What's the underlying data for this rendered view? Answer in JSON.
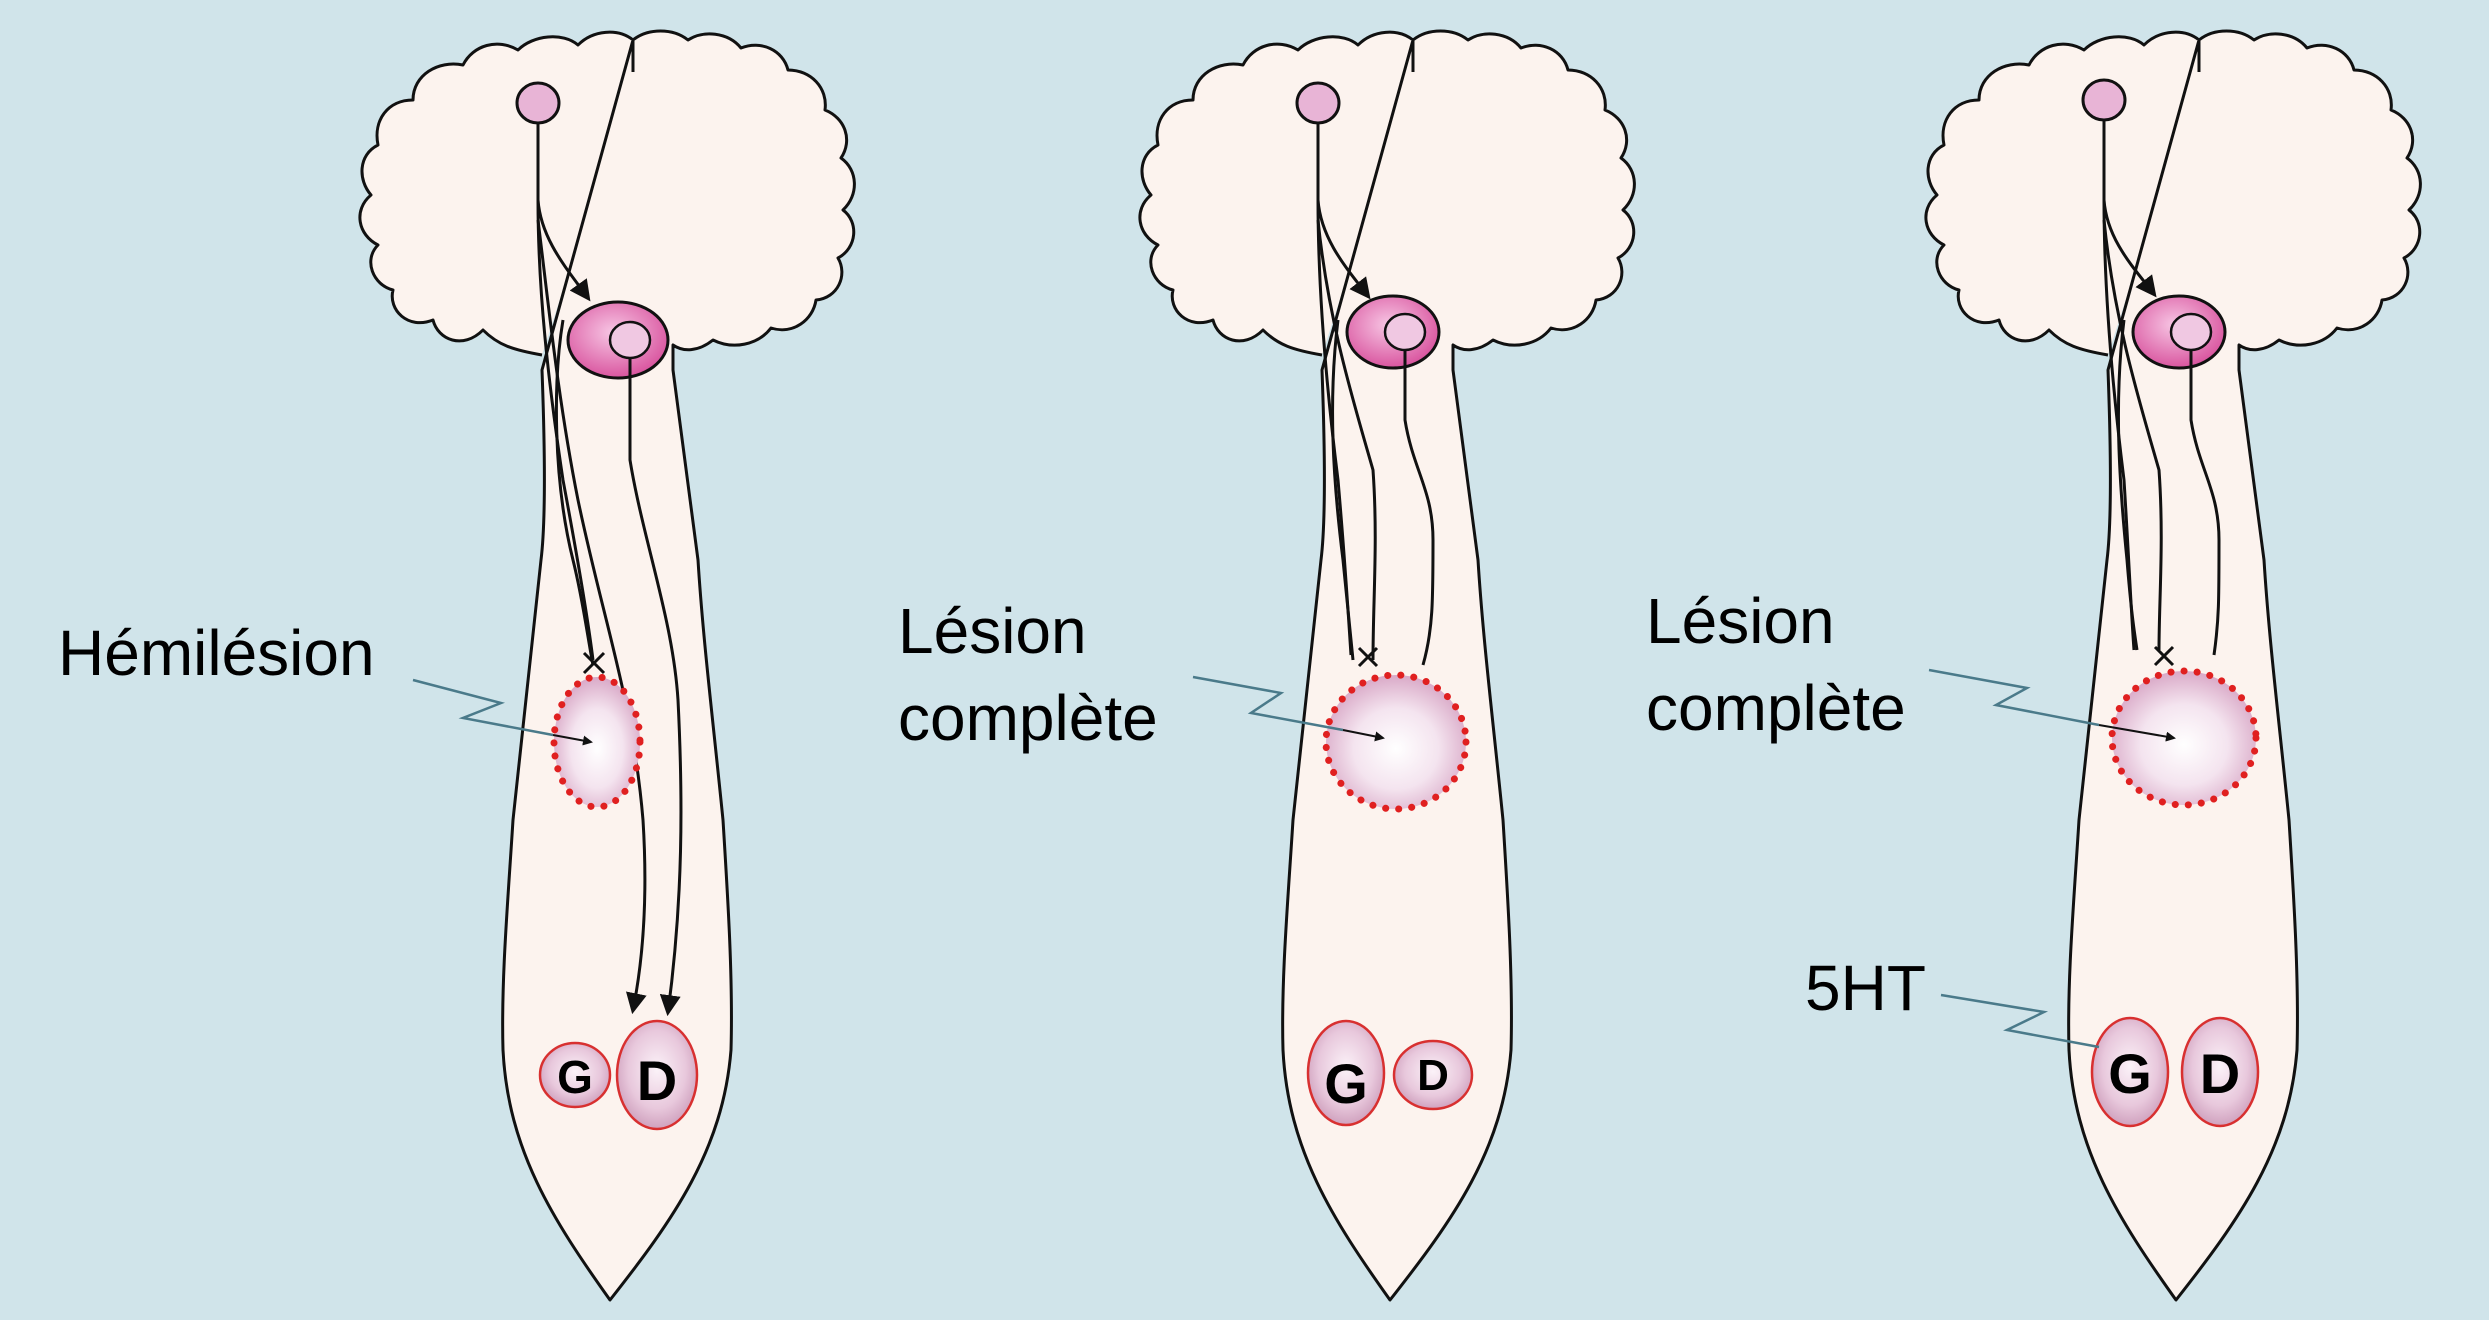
{
  "colors": {
    "background": "#d0e4ea",
    "tissue_fill": "#fcf3ee",
    "outline": "#111111",
    "nucleus_pink": "#e690c8",
    "nucleus_light": "#f0c8e2",
    "lesion_dots": "#e02020",
    "nucleus_border": "#d83030",
    "pointer_line": "#4a7a8a"
  },
  "panels": [
    {
      "label_lines": [
        "Hémilésion"
      ],
      "lesion": "hemi",
      "nuclei": {
        "left": "G",
        "right": "D"
      },
      "arrows_reach_nuclei": true,
      "extra_label": ""
    },
    {
      "label_lines": [
        "Lésion",
        "complète"
      ],
      "lesion": "complete",
      "nuclei": {
        "left": "G",
        "right": "D"
      },
      "arrows_reach_nuclei": false,
      "extra_label": ""
    },
    {
      "label_lines": [
        "Lésion",
        "complète"
      ],
      "lesion": "complete",
      "nuclei": {
        "left": "G",
        "right": "D"
      },
      "arrows_reach_nuclei": false,
      "extra_label": "5HT"
    }
  ]
}
